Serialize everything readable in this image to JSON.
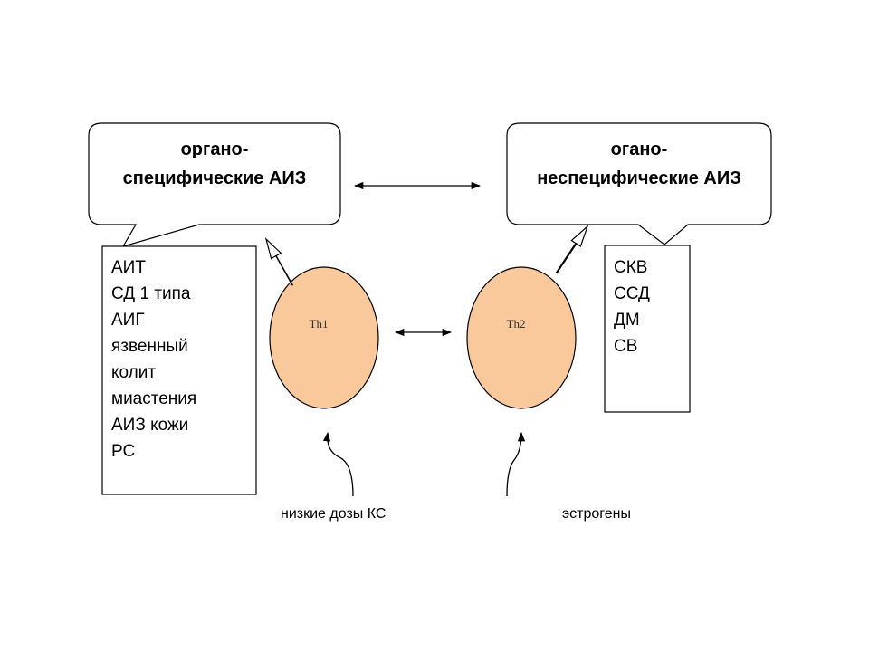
{
  "callouts": {
    "left": {
      "line1": "органо-",
      "line2": "специфические АИЗ"
    },
    "right": {
      "line1": "огано-",
      "line2": "неспецифические АИЗ"
    }
  },
  "lists": {
    "left": [
      "АИТ",
      "СД 1 типа",
      "АИГ",
      "язвенный",
      "колит",
      "миастения",
      "АИЗ кожи",
      "РС"
    ],
    "right": [
      "СКВ",
      "ССД",
      "ДМ",
      "СВ"
    ]
  },
  "cells": {
    "th1": "Th1",
    "th2": "Th2"
  },
  "captions": {
    "left": "низкие дозы КС",
    "right": "эстрогены"
  },
  "colors": {
    "cell_fill": "#f9c99b",
    "stroke": "#000000",
    "background": "#ffffff"
  }
}
